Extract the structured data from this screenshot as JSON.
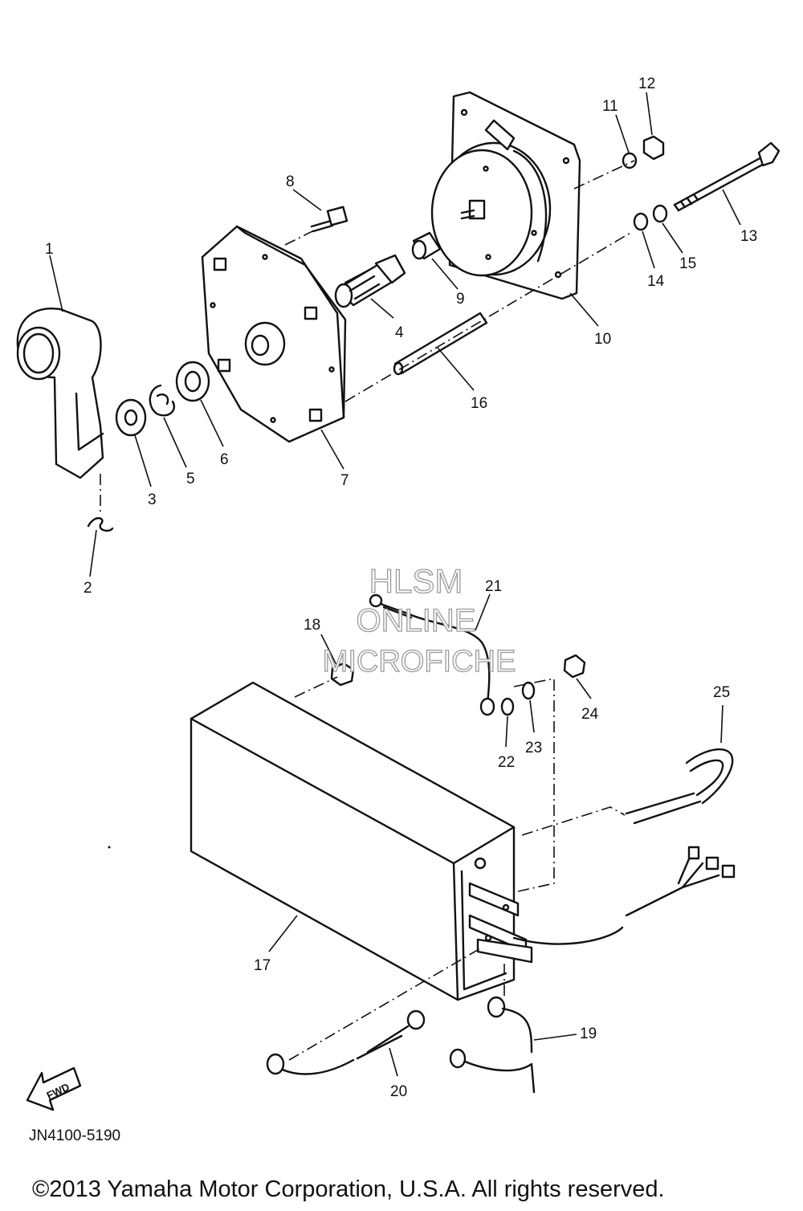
{
  "watermark": [
    "HLSM",
    "ONLINE",
    "MICROFICHE"
  ],
  "callouts": [
    "1",
    "2",
    "3",
    "4",
    "5",
    "6",
    "7",
    "8",
    "9",
    "10",
    "11",
    "12",
    "13",
    "14",
    "15",
    "16",
    "17",
    "18",
    "19",
    "20",
    "21",
    "22",
    "23",
    "24",
    "25"
  ],
  "fwd_label": "FWD",
  "diagram_code": "JN4100-5190",
  "copyright": "©2013 Yamaha Motor Corporation, U.S.A. All rights reserved."
}
